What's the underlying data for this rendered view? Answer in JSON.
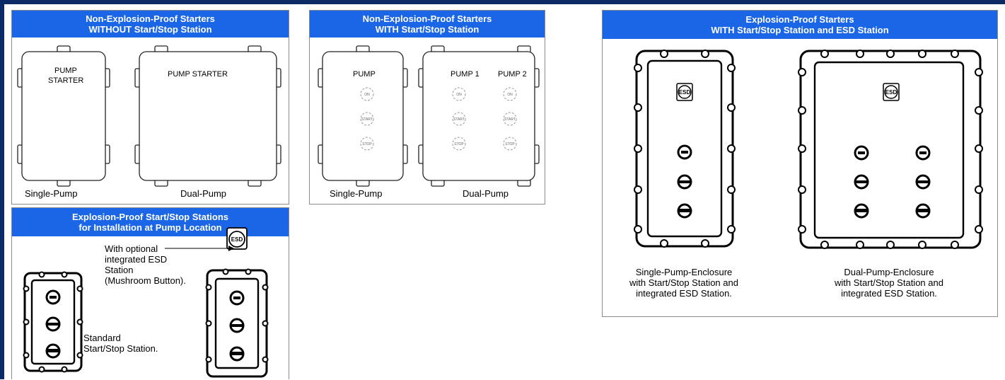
{
  "panel_a": {
    "title_line1": "Non-Explosion-Proof Starters",
    "title_line2": "WITHOUT Start/Stop Station",
    "single_label": "Single-Pump",
    "dual_label": "Dual-Pump",
    "single_text_1": "PUMP",
    "single_text_2": "STARTER",
    "dual_text": "PUMP STARTER"
  },
  "panel_b": {
    "title_line1": "Non-Explosion-Proof Starters",
    "title_line2": "WITH Start/Stop Station",
    "single_label": "Single-Pump",
    "dual_label": "Dual-Pump",
    "single_text": "PUMP",
    "pump1_text": "PUMP 1",
    "pump2_text": "PUMP 2",
    "btn_on": "ON",
    "btn_start": "START",
    "btn_stop": "STOP"
  },
  "panel_c": {
    "title_line1": "Explosion-Proof Starters",
    "title_line2": "WITH Start/Stop Station and ESD Station",
    "esd_label": "ESD",
    "single_cap_1": "Single-Pump-Enclosure",
    "single_cap_2": "with Start/Stop Station and",
    "single_cap_3": "integrated ESD Station.",
    "dual_cap_1": "Dual-Pump-Enclosure",
    "dual_cap_2": "with Start/Stop Station and",
    "dual_cap_3": "integrated ESD Station."
  },
  "panel_d": {
    "title_line1": "Explosion-Proof Start/Stop Stations",
    "title_line2": "for Installation at Pump Location",
    "optional_1": "With optional",
    "optional_2": "integrated ESD",
    "optional_3": "Station",
    "optional_4": "(Mushroom Button).",
    "standard_1": "Standard",
    "standard_2": "Start/Stop Station.",
    "esd_label": "ESD"
  },
  "colors": {
    "header_blue": "#1a66e6",
    "frame_navy": "#0b2a66"
  }
}
